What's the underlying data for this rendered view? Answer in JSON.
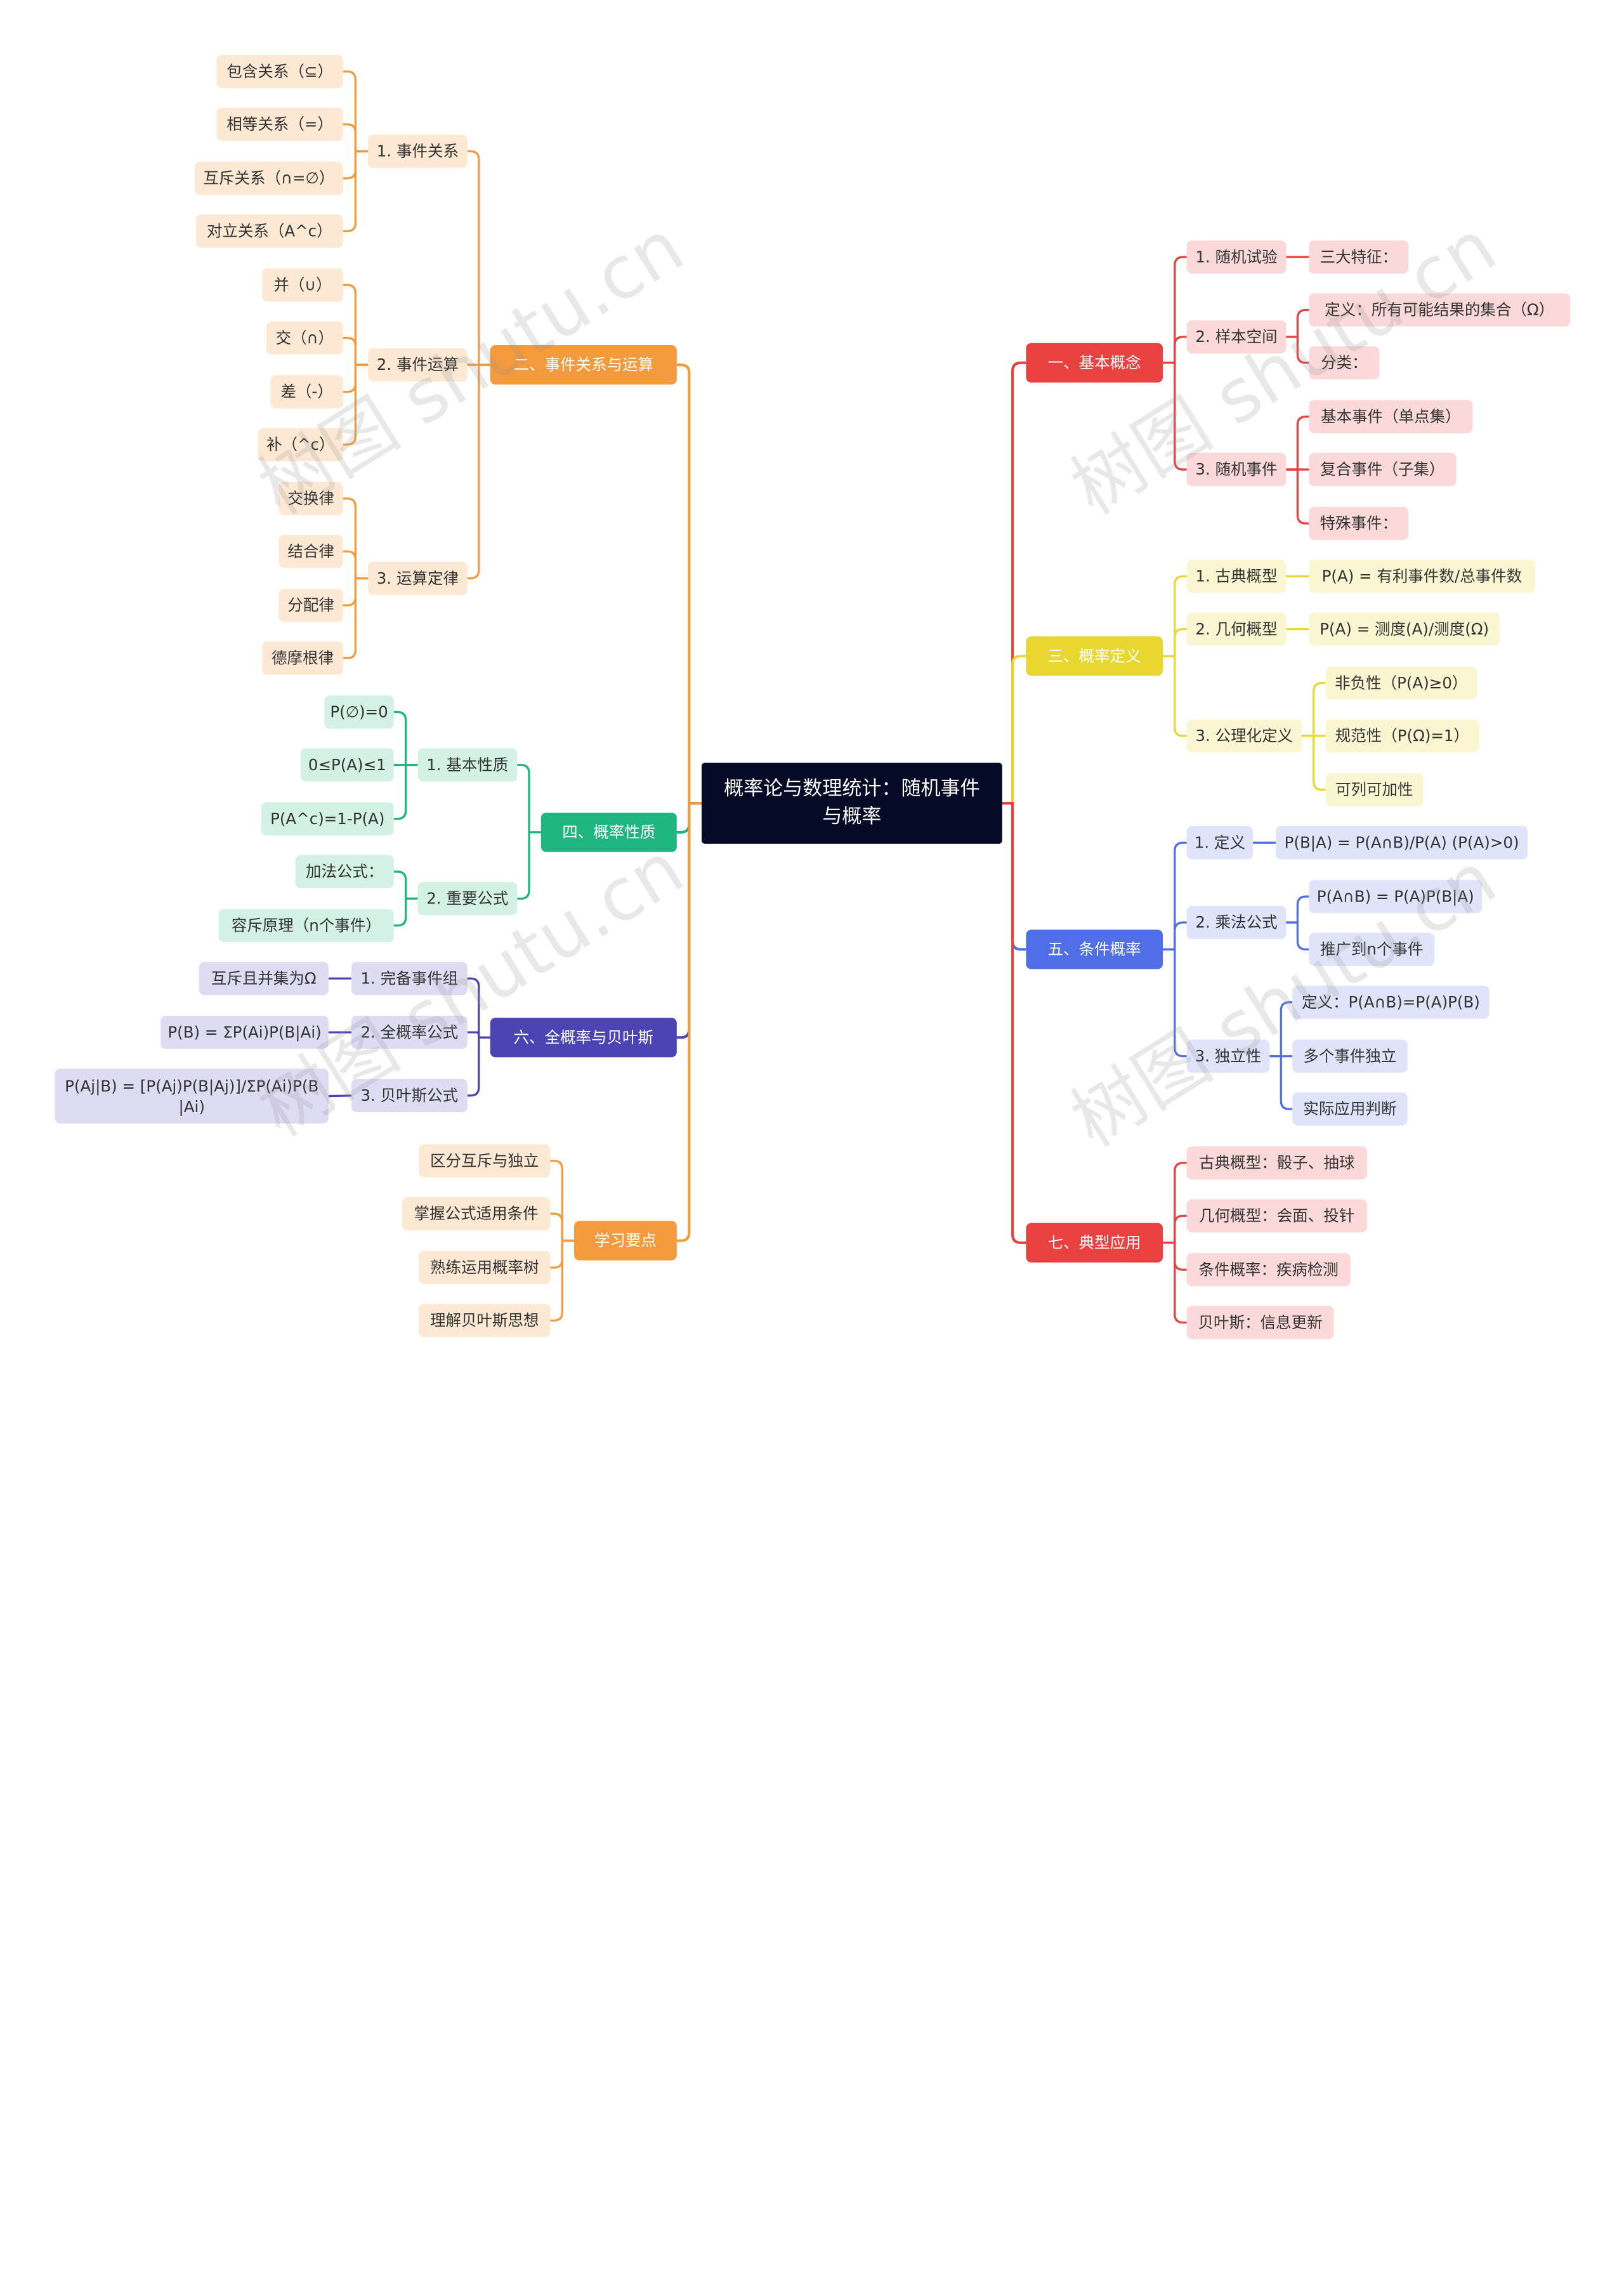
{
  "root": {
    "title": "概率论与数理统计：随机事件与概率"
  },
  "branches": {
    "b1": {
      "label": "一、基本概念",
      "color": "#e8413f",
      "light": "#fbd9d9",
      "children": [
        {
          "label": "1. 随机试验",
          "children": [
            {
              "label": "三大特征："
            }
          ]
        },
        {
          "label": "2. 样本空间",
          "children": [
            {
              "label": "定义：所有可能结果的集合（Ω）"
            },
            {
              "label": "分类："
            }
          ]
        },
        {
          "label": "3. 随机事件",
          "children": [
            {
              "label": "基本事件（单点集）"
            },
            {
              "label": "复合事件（子集）"
            },
            {
              "label": "特殊事件："
            }
          ]
        }
      ]
    },
    "b3": {
      "label": "三、概率定义",
      "color": "#e9d72f",
      "light": "#fbf6d2",
      "children": [
        {
          "label": "1. 古典概型",
          "children": [
            {
              "label": "P(A) = 有利事件数/总事件数"
            }
          ]
        },
        {
          "label": "2. 几何概型",
          "children": [
            {
              "label": "P(A) = 测度(A)/测度(Ω)"
            }
          ]
        },
        {
          "label": "3. 公理化定义",
          "children": [
            {
              "label": "非负性（P(A)≥0）"
            },
            {
              "label": "规范性（P(Ω)=1）"
            },
            {
              "label": "可列可加性"
            }
          ]
        }
      ]
    },
    "b5": {
      "label": "五、条件概率",
      "color": "#4f6ee8",
      "light": "#dfe4fa",
      "children": [
        {
          "label": "1. 定义",
          "children": [
            {
              "label": "P(B|A) = P(A∩B)/P(A) (P(A)>0)"
            }
          ]
        },
        {
          "label": "2. 乘法公式",
          "children": [
            {
              "label": "P(A∩B) = P(A)P(B|A)"
            },
            {
              "label": "推广到n个事件"
            }
          ]
        },
        {
          "label": "3. 独立性",
          "children": [
            {
              "label": "定义：P(A∩B)=P(A)P(B)"
            },
            {
              "label": "多个事件独立"
            },
            {
              "label": "实际应用判断"
            }
          ]
        }
      ]
    },
    "b7": {
      "label": "七、典型应用",
      "color": "#e8413f",
      "light": "#fbd9d9",
      "children": [
        {
          "label": "古典概型：骰子、抽球"
        },
        {
          "label": "几何概型：会面、投针"
        },
        {
          "label": "条件概率：疾病检测"
        },
        {
          "label": "贝叶斯：信息更新"
        }
      ]
    },
    "b2": {
      "label": "二、事件关系与运算",
      "color": "#f39a3c",
      "light": "#fde8d3",
      "children": [
        {
          "label": "1. 事件关系",
          "children": [
            {
              "label": "包含关系（⊆）"
            },
            {
              "label": "相等关系（=）"
            },
            {
              "label": "互斥关系（∩=∅）"
            },
            {
              "label": "对立关系（A^c）"
            }
          ]
        },
        {
          "label": "2. 事件运算",
          "children": [
            {
              "label": "并（∪）"
            },
            {
              "label": "交（∩）"
            },
            {
              "label": "差（-）"
            },
            {
              "label": "补（^c）"
            }
          ]
        },
        {
          "label": "3. 运算定律",
          "children": [
            {
              "label": "交换律"
            },
            {
              "label": "结合律"
            },
            {
              "label": "分配律"
            },
            {
              "label": "德摩根律"
            }
          ]
        }
      ]
    },
    "b4": {
      "label": "四、概率性质",
      "color": "#1fb57f",
      "light": "#d3f2e5",
      "children": [
        {
          "label": "1. 基本性质",
          "children": [
            {
              "label": "P(∅)=0"
            },
            {
              "label": "0≤P(A)≤1"
            },
            {
              "label": "P(A^c)=1-P(A)"
            }
          ]
        },
        {
          "label": "2. 重要公式",
          "children": [
            {
              "label": "加法公式："
            },
            {
              "label": "容斥原理（n个事件）"
            }
          ]
        }
      ]
    },
    "b6": {
      "label": "六、全概率与贝叶斯",
      "color": "#4a44b5",
      "light": "#dedcf3",
      "children": [
        {
          "label": "1. 完备事件组",
          "children": [
            {
              "label": "互斥且并集为Ω"
            }
          ]
        },
        {
          "label": "2. 全概率公式",
          "children": [
            {
              "label": "P(B) = ΣP(Ai)P(B|Ai)"
            }
          ]
        },
        {
          "label": "3. 贝叶斯公式",
          "children": [
            {
              "label": "P(Aj|B) = [P(Aj)P(B|Aj)]/ΣP(Ai)P(B|Ai)"
            }
          ]
        }
      ]
    },
    "b8": {
      "label": "学习要点",
      "color": "#f39a3c",
      "light": "#fde8d3",
      "children": [
        {
          "label": "区分互斥与独立"
        },
        {
          "label": "掌握公式适用条件"
        },
        {
          "label": "熟练运用概率树"
        },
        {
          "label": "理解贝叶斯思想"
        }
      ]
    }
  },
  "watermark": "树图 shutu.cn"
}
